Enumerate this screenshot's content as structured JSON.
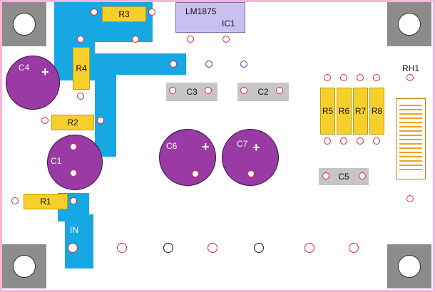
{
  "ic": {
    "part": "LM1875",
    "ref": "IC1"
  },
  "resistors": {
    "r1": "R1",
    "r2": "R2",
    "r3": "R3",
    "r4": "R4",
    "r5": "R5",
    "r6": "R6",
    "r7": "R7",
    "r8": "R8"
  },
  "capacitors": {
    "c1": "C1",
    "c2": "C2",
    "c3": "C3",
    "c4": "C4",
    "c5": "C5",
    "c6": "C6",
    "c7": "C7"
  },
  "inductor": {
    "rh1": "RH1"
  },
  "connector": {
    "in": "IN"
  },
  "polarity_mark": "+",
  "colors": {
    "copper": "#17a8e3",
    "resistor": "#f6cf2b",
    "electrolytic": "#9a3aa5",
    "film_cap": "#c6c6c6",
    "ic": "#c8c0f0",
    "pad_ring": "#e0243a",
    "coil": "#f0a020"
  }
}
